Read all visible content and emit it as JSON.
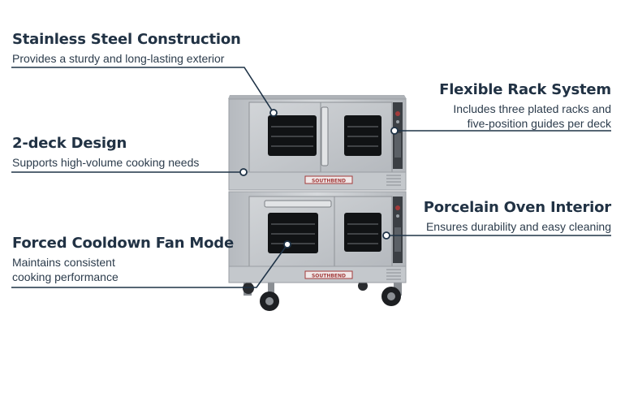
{
  "callouts": {
    "stainless": {
      "title": "Stainless Steel Construction",
      "desc": "Provides a sturdy and long-lasting exterior"
    },
    "twodeck": {
      "title": "2-deck Design",
      "desc": "Supports high-volume cooking needs"
    },
    "forced": {
      "title": "Forced Cooldown Fan Mode",
      "desc_line1": "Maintains consistent",
      "desc_line2": "cooking performance"
    },
    "rack": {
      "title": "Flexible Rack System",
      "desc_line1": "Includes three plated racks and",
      "desc_line2": "five-position guides per deck"
    },
    "porcelain": {
      "title": "Porcelain Oven Interior",
      "desc": "Ensures durability and easy cleaning"
    }
  },
  "brand_plate": "SOUTHBEND",
  "colors": {
    "text": "#213244",
    "leader": "#1f3347",
    "accent": "#a23a3a",
    "steel": "#c9ccd0"
  }
}
